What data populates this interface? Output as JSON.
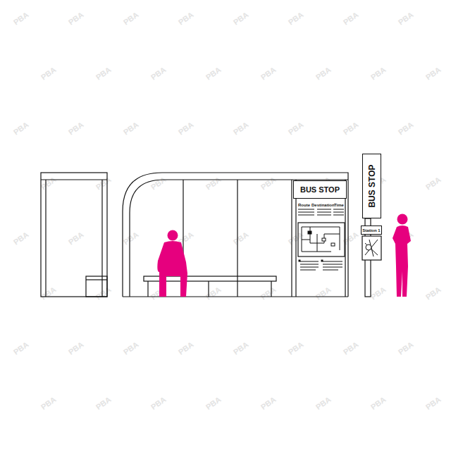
{
  "diagram": {
    "nodes": [
      {
        "text": [
          "BUS STOP"
        ]
      },
      {
        "text": [
          "BUS STOP"
        ]
      },
      {
        "text": [
          "Station 1"
        ]
      }
    ],
    "labels": [
      "Route",
      "Destination",
      "Time",
      "PBA",
      "PBA",
      "PBA",
      "PBA",
      "PBA",
      "PBA",
      "PBA",
      "PBA",
      "PBA",
      "PBA",
      "PBA",
      "PBA",
      "PBA",
      "PBA",
      "PBA",
      "PBA",
      "PBA",
      "PBA",
      "PBA",
      "PBA",
      "PBA",
      "PBA",
      "PBA",
      "PBA",
      "PBA",
      "PBA",
      "PBA",
      "PBA",
      "PBA",
      "PBA",
      "PBA",
      "PBA",
      "PBA",
      "PBA",
      "PBA",
      "PBA",
      "PBA",
      "PBA",
      "PBA",
      "PBA",
      "PBA",
      "PBA",
      "PBA",
      "PBA",
      "PBA",
      "PBA",
      "PBA",
      "PBA",
      "PBA",
      "PBA",
      "PBA",
      "PBA",
      "PBA",
      "PBA",
      "PBA",
      "PBA",
      "PBA",
      "PBA",
      "PBA",
      "PBA",
      "PBA",
      "PBA",
      "PBA",
      "PBA"
    ]
  }
}
